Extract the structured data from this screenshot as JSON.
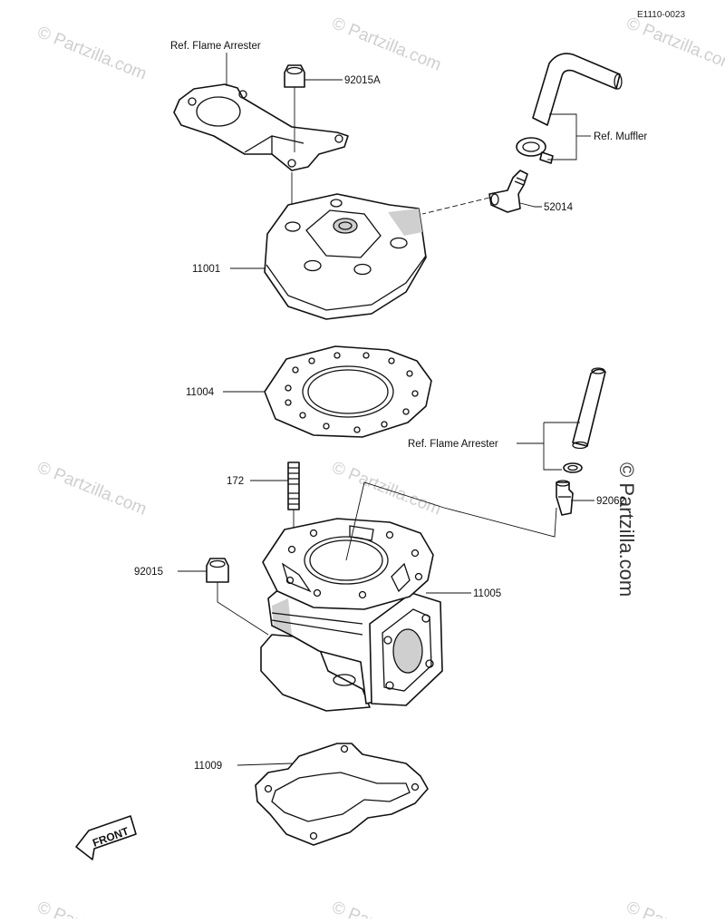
{
  "diagram": {
    "code": "E1110-0023",
    "watermark_small": "© Partzilla.com",
    "watermark_side": "© Partzilla.com",
    "front_label": "FRONT",
    "labels": {
      "ref_flame_arrester_top": "Ref. Flame Arrester",
      "p92015A": "92015A",
      "ref_muffler": "Ref. Muffler",
      "p52014": "52014",
      "p11001": "11001",
      "p11004": "11004",
      "ref_flame_arrester_mid": "Ref. Flame Arrester",
      "p172": "172",
      "p92062": "92062",
      "p92015": "92015",
      "p11005": "11005",
      "p11009": "11009"
    }
  }
}
